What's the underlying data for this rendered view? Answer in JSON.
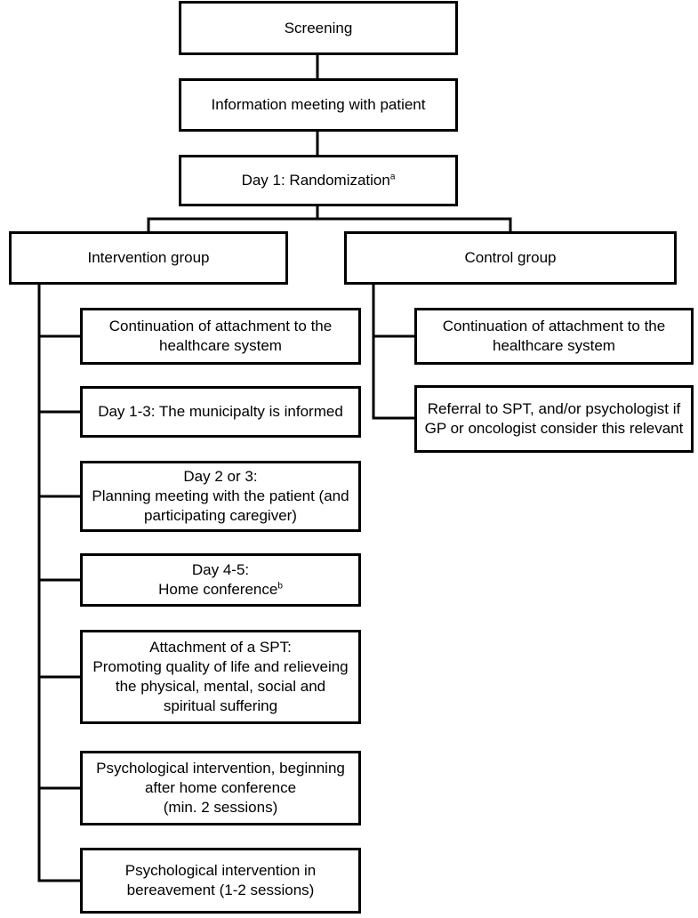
{
  "nodes": {
    "screening": {
      "lines": [
        "Screening"
      ]
    },
    "info_meeting": {
      "lines": [
        "Information meeting with patient"
      ]
    },
    "randomization": {
      "text": "Day 1: Randomization",
      "sup": "a"
    },
    "intervention_group": {
      "lines": [
        "Intervention group"
      ]
    },
    "control_group": {
      "lines": [
        "Control group"
      ]
    },
    "int_continuation": {
      "lines": [
        "Continuation of attachment to the",
        "healthcare system"
      ]
    },
    "int_municipality": {
      "lines": [
        "Day 1-3: The municipalty is informed"
      ]
    },
    "int_planning": {
      "lines": [
        "Day 2 or 3:",
        "Planning meeting with the patient (and",
        "participating caregiver)"
      ]
    },
    "int_home_conference": {
      "line1": "Day 4-5:",
      "text": "Home conference",
      "sup": "b"
    },
    "int_spt": {
      "lines": [
        "Attachment of a SPT:",
        "Promoting quality of life and relieveing",
        "the physical, mental, social and",
        "spiritual suffering"
      ]
    },
    "int_psych": {
      "lines": [
        "Psychological intervention, beginning",
        "after home conference",
        "(min. 2 sessions)"
      ]
    },
    "int_bereavement": {
      "lines": [
        "Psychological intervention in",
        "bereavement (1-2 sessions)"
      ]
    },
    "ctrl_continuation": {
      "lines": [
        "Continuation of attachment to the",
        "healthcare system"
      ]
    },
    "ctrl_referral": {
      "lines": [
        "Referral to SPT, and/or psychologist if",
        "GP or oncologist consider this relevant"
      ]
    }
  }
}
